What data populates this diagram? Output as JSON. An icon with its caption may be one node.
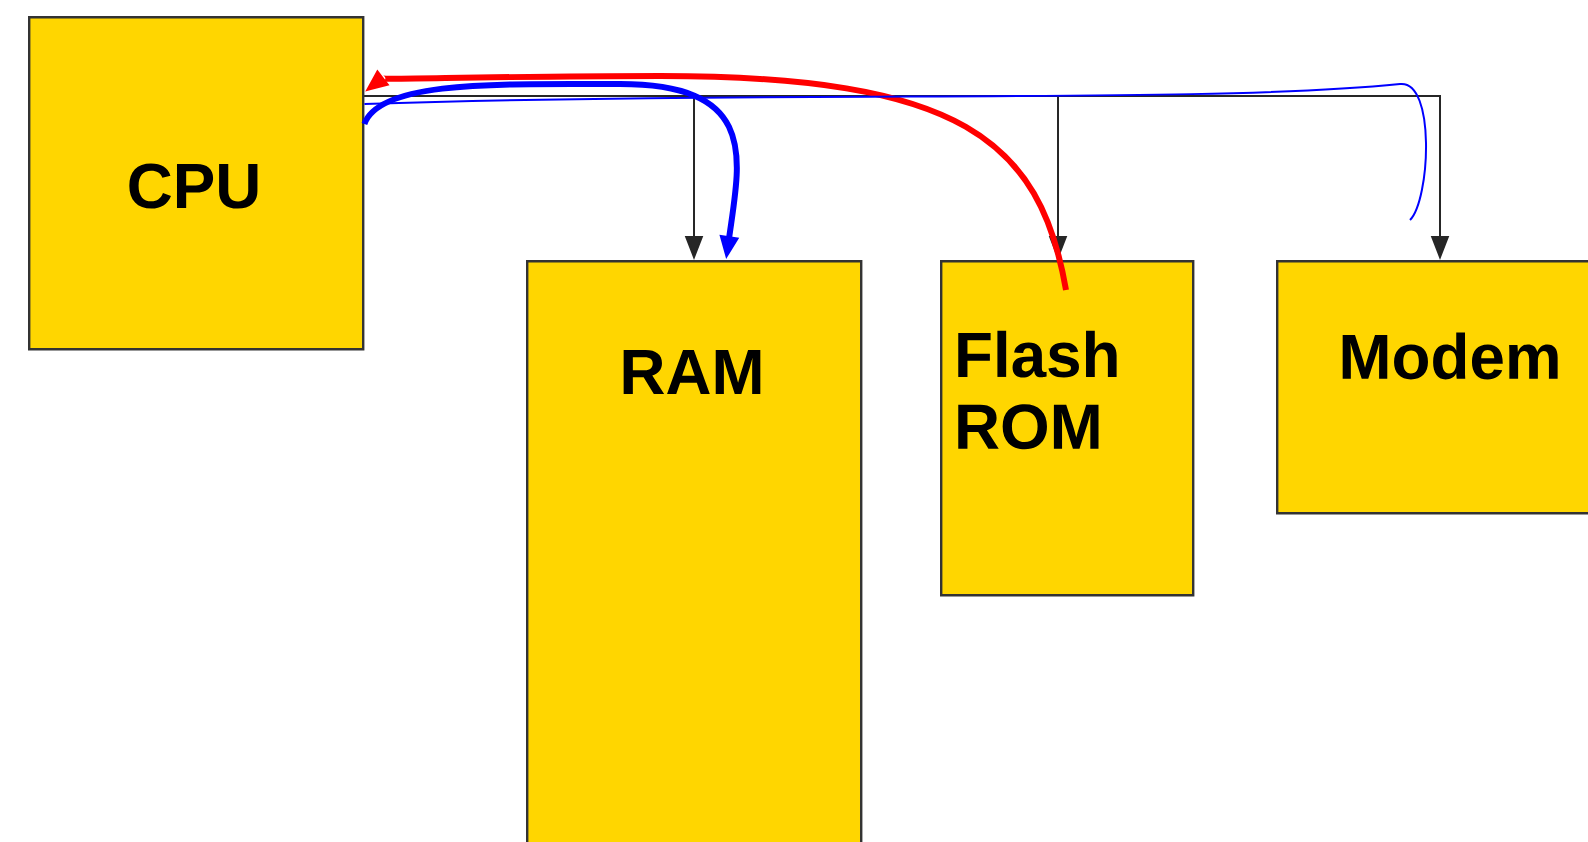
{
  "diagram": {
    "nodes": [
      {
        "text": [
          "CPU"
        ]
      },
      {
        "text": [
          "RAM"
        ]
      },
      {
        "text": [
          "Flash ROM"
        ]
      },
      {
        "text": [
          "Modem"
        ]
      }
    ],
    "edges": [
      {
        "from": 0,
        "to": 1,
        "arrow": "to"
      },
      {
        "from": 0,
        "to": 2,
        "arrow": "to"
      },
      {
        "from": 0,
        "to": 3,
        "arrow": "to"
      },
      {
        "from": 2,
        "to": 0,
        "arrow": "to",
        "style": "thick",
        "color": "#ff0000"
      },
      {
        "from": 0,
        "to": 1,
        "arrow": "to",
        "style": "thick",
        "color": "#0000ff"
      },
      {
        "from": 0,
        "to": 3,
        "arrow": "none",
        "color": "#0000ff"
      }
    ]
  }
}
